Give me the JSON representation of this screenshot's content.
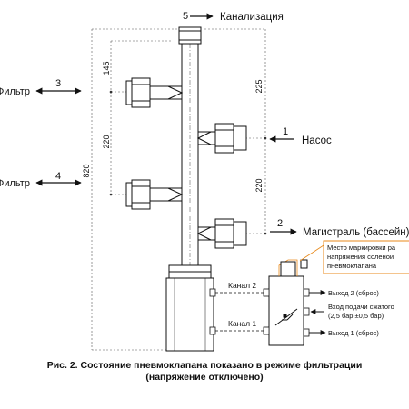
{
  "diagram": {
    "ports": {
      "sewer": {
        "number": "5",
        "label": "Канализация"
      },
      "filter_top": {
        "number": "3",
        "label": "Фильтр"
      },
      "filter_bottom": {
        "number": "4",
        "label": "Фильтр"
      },
      "pump": {
        "number": "1",
        "label": "Насос"
      },
      "main_line": {
        "number": "2",
        "label": "Магистраль (бассейн)"
      }
    },
    "dimensions": {
      "top_offset": "145",
      "left_spacing": "220",
      "right_top": "225",
      "right_spacing": "220",
      "total_height": "820"
    },
    "valve": {
      "note": [
        "Место маркировки ра",
        "напряжения соленои",
        "пневмоклапана"
      ],
      "channel_2": "Канал 2",
      "channel_1": "Канал 1",
      "outlet_2": "Выход 2 (сброс)",
      "air_supply": [
        "Вход подачи сжатого",
        "(2,5 бар ±0,5 бар)"
      ],
      "outlet_1": "Выход 1 (сброс)"
    },
    "colors": {
      "line": "#111111",
      "dim_line": "#444444",
      "note_box": "#e8891b"
    }
  },
  "caption": {
    "line1": "Рис. 2. Состояние пневмоклапана показано в режиме фильтрации",
    "line2": "(напряжение отключено)"
  }
}
